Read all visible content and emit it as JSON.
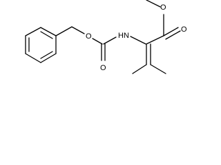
{
  "figure": {
    "type": "skeletal-structure",
    "atom_labels": {
      "ester_carbonyl_oxygen": "O",
      "ester_ether_oxygen": "O",
      "amine_nitrogen": "HN",
      "carbamate_ether_oxygen": "O",
      "carbamate_carbonyl_oxygen": "O"
    }
  }
}
